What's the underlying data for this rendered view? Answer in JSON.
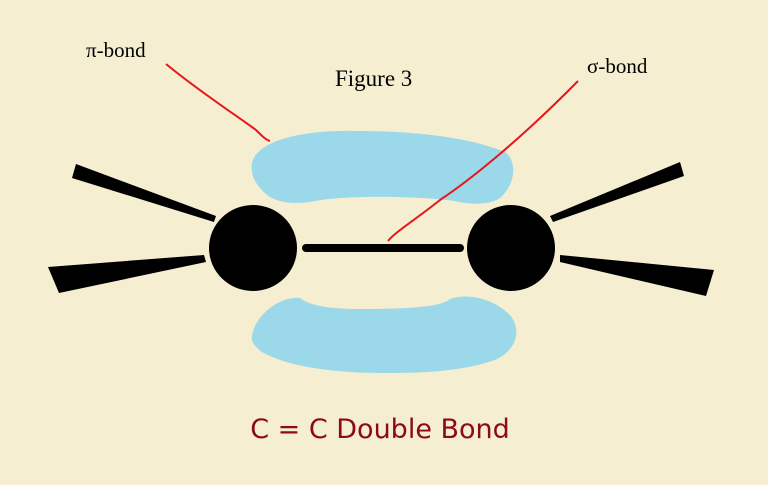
{
  "title": "Figure 3",
  "labels": {
    "pi_bond": "π-bond",
    "sigma_bond": "σ-bond"
  },
  "caption": "C = C Double Bond",
  "colors": {
    "background": "#f5eed0",
    "orbital": "#9ad8ea",
    "atom": "#000000",
    "pointer": "#e8161c",
    "caption": "#8b0a1a"
  }
}
